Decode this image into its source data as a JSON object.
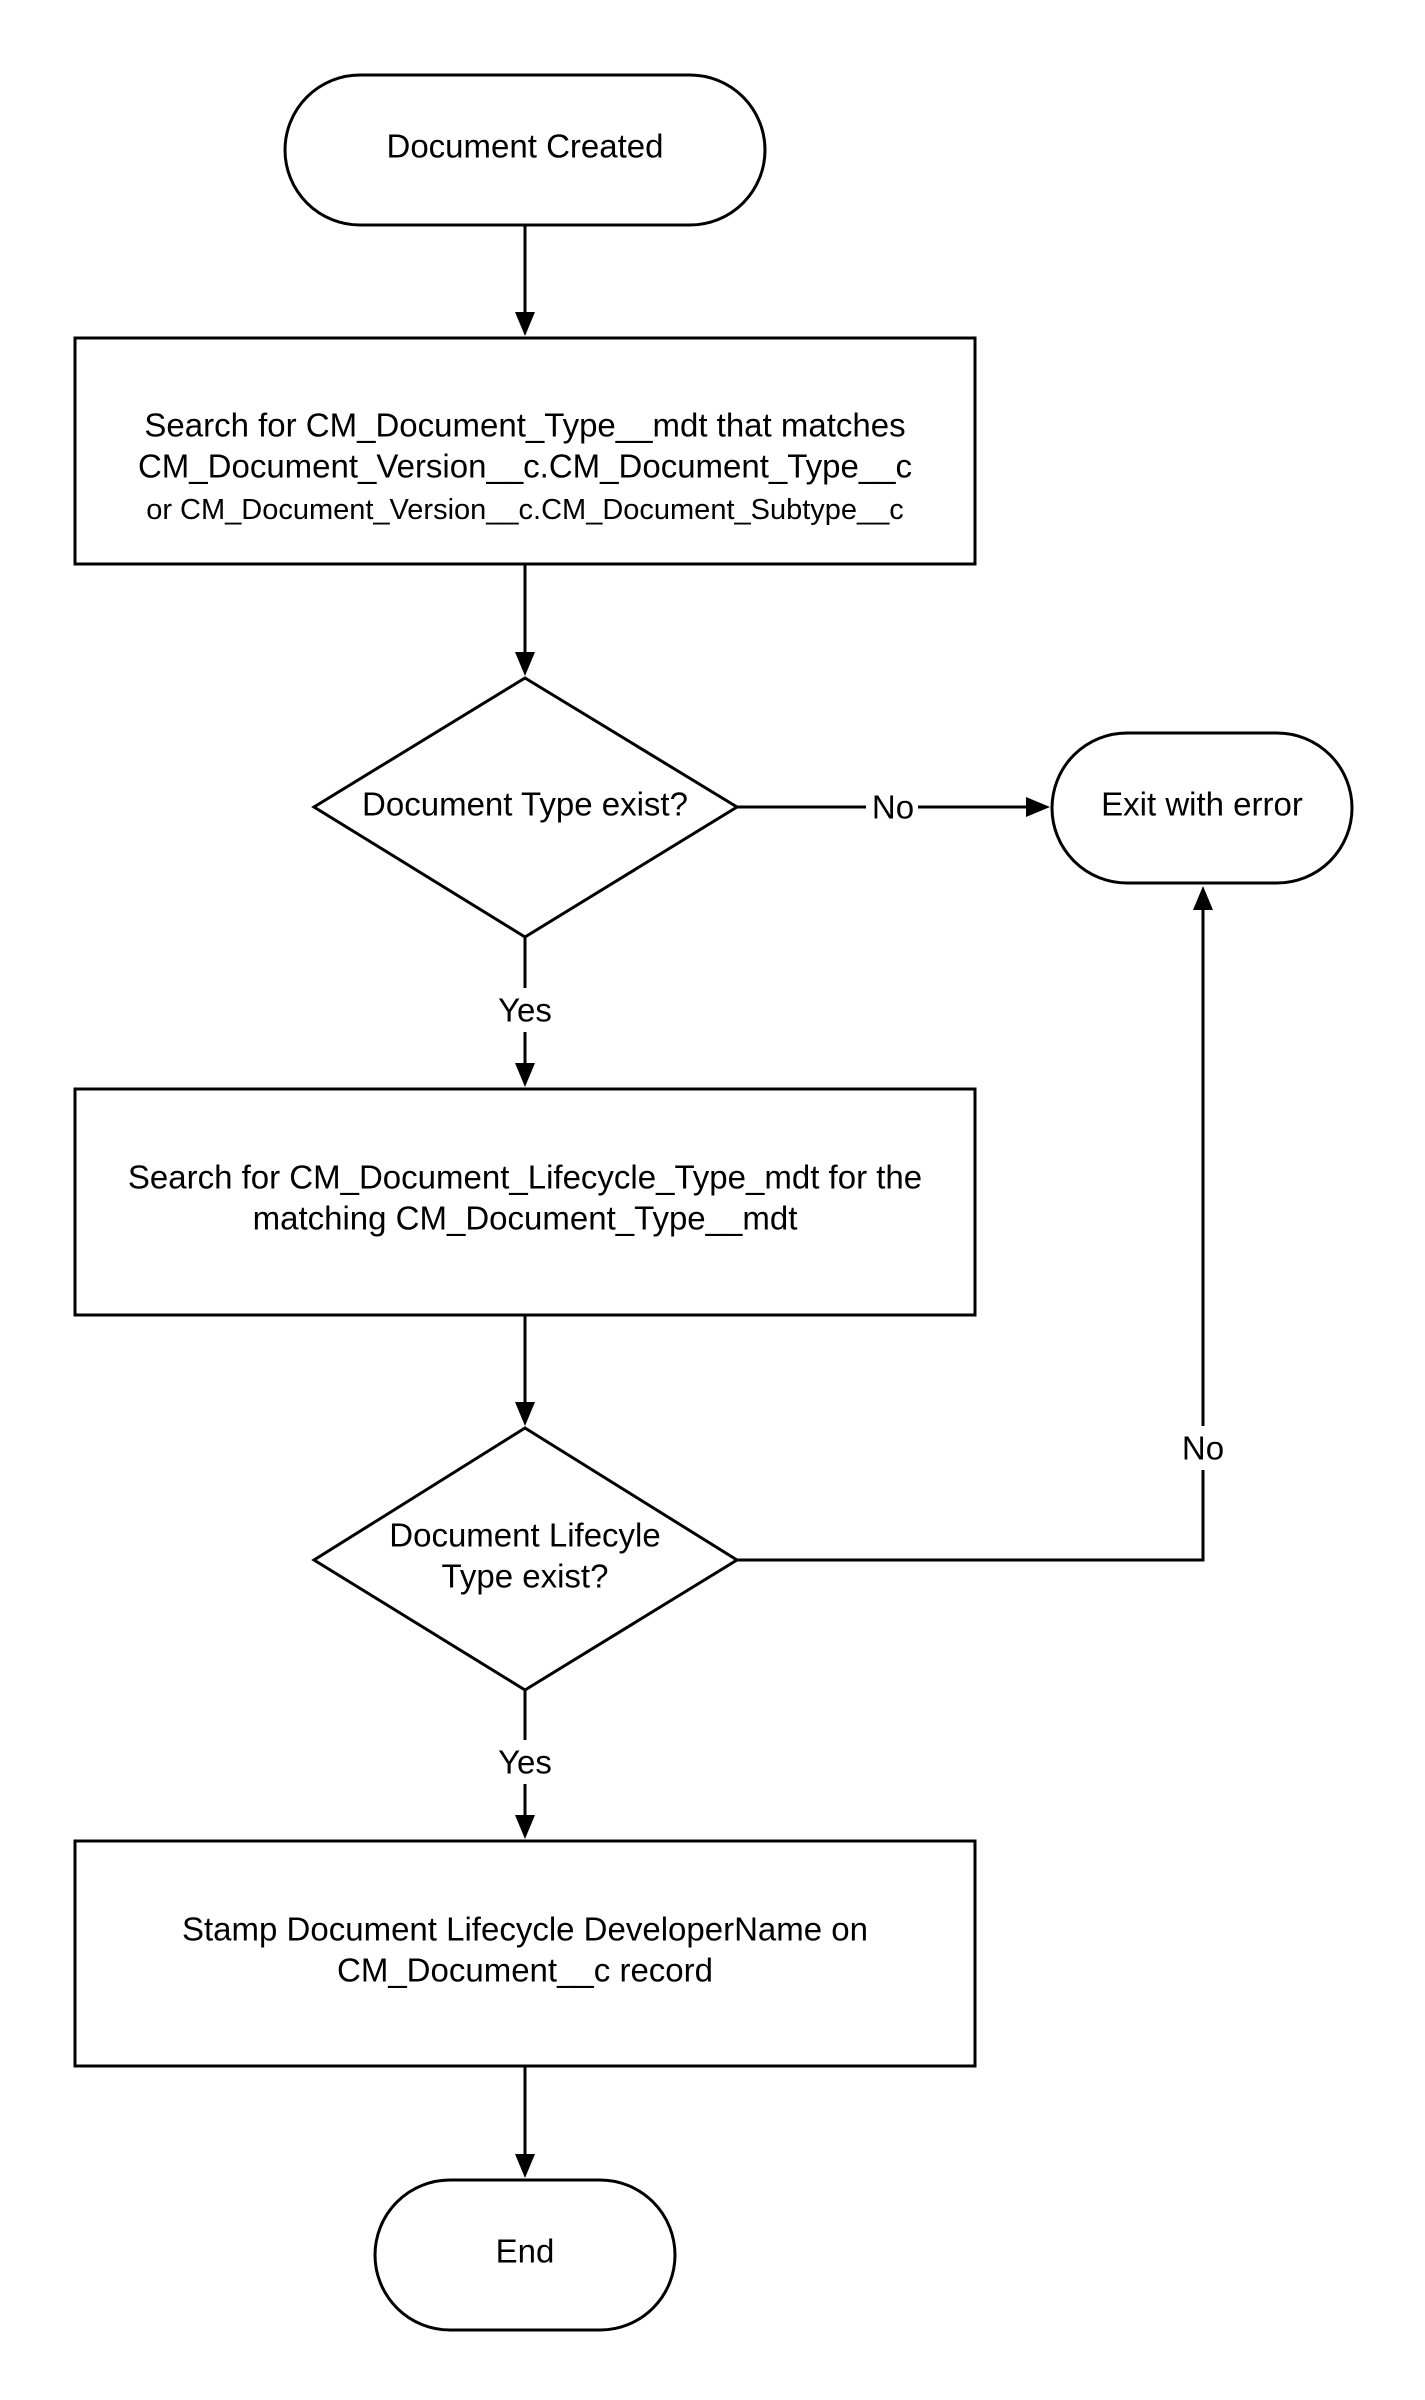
{
  "nodes": {
    "start": {
      "lines": [
        "Document Created"
      ]
    },
    "search_type": {
      "lines": [
        "Search for CM_Document_Type__mdt that matches",
        "CM_Document_Version__c.CM_Document_Type__c",
        "or CM_Document_Version__c.CM_Document_Subtype__c"
      ]
    },
    "type_exist": {
      "lines": [
        "Document Type exist?"
      ]
    },
    "exit_error": {
      "lines": [
        "Exit with error"
      ]
    },
    "search_lifecycle": {
      "lines": [
        "Search for CM_Document_Lifecycle_Type_mdt for the",
        "matching CM_Document_Type__mdt"
      ]
    },
    "lifecycle_exist": {
      "lines": [
        "Document Lifecyle",
        "Type exist?"
      ]
    },
    "stamp": {
      "lines": [
        "Stamp Document Lifecycle DeveloperName on",
        "CM_Document__c record"
      ]
    },
    "end": {
      "lines": [
        "End"
      ]
    }
  },
  "edges": {
    "type_no": "No",
    "type_yes": "Yes",
    "lifecycle_no": "No",
    "lifecycle_yes": "Yes"
  }
}
